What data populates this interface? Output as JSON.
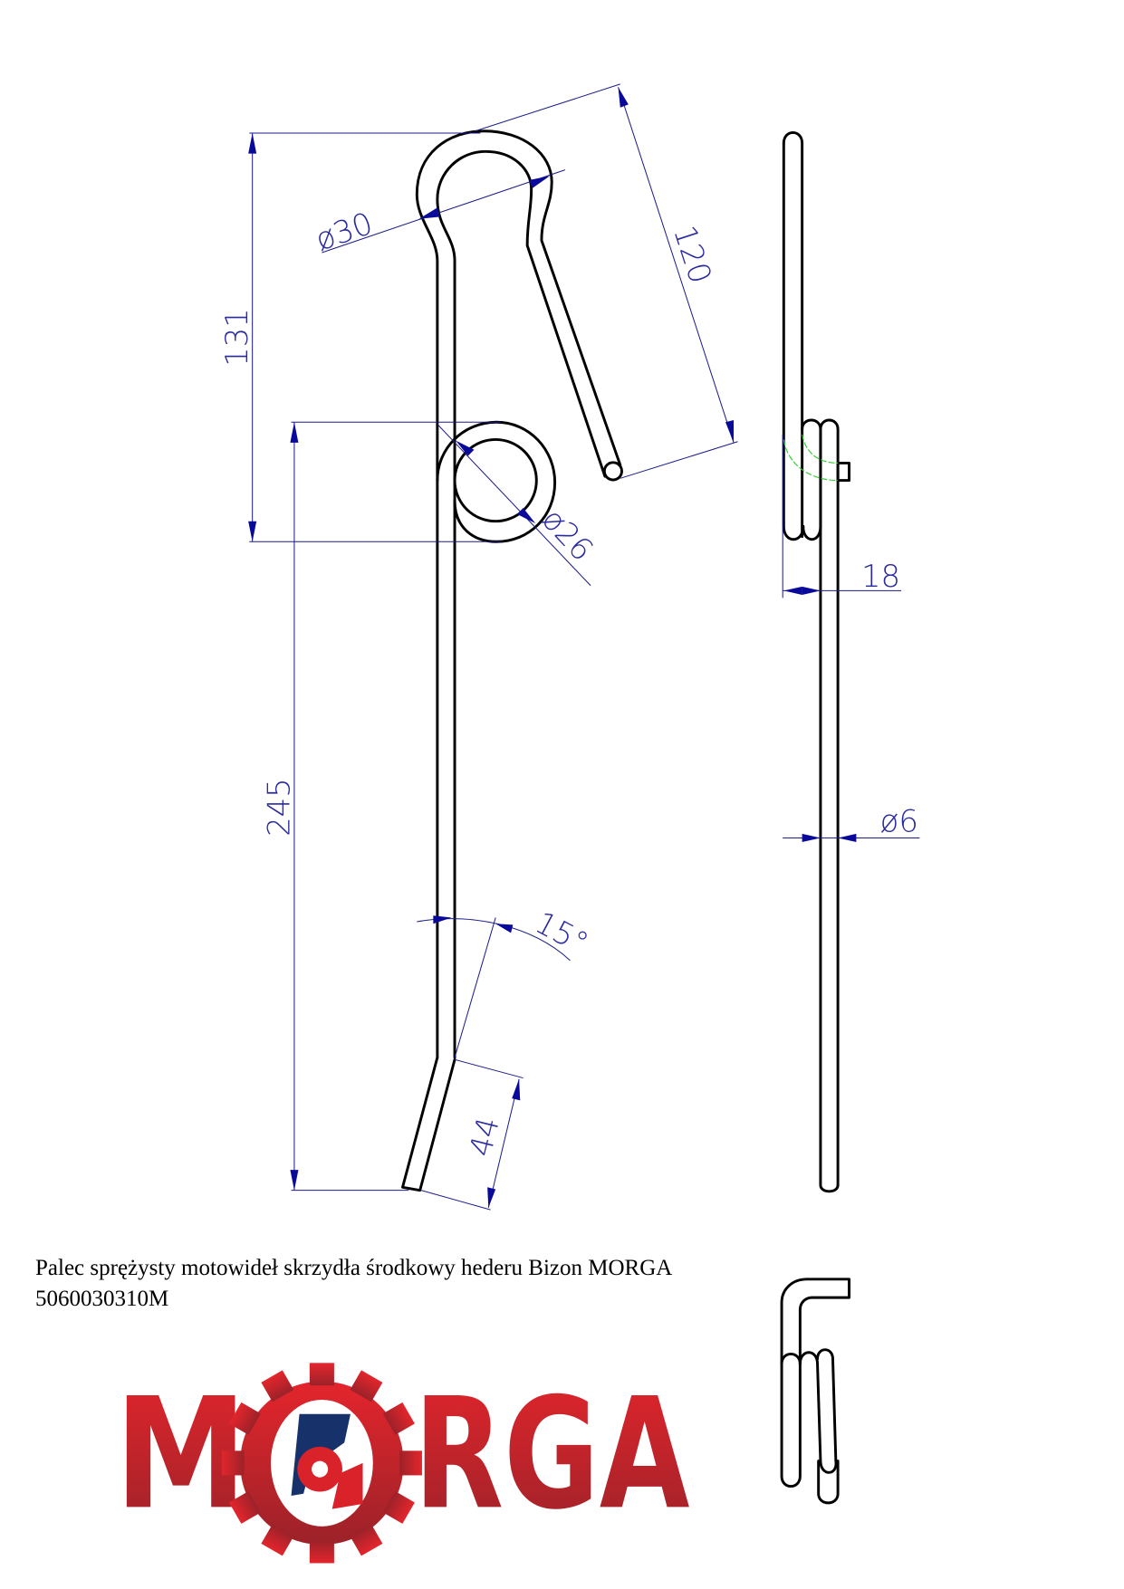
{
  "drawing": {
    "dimensions": {
      "height_top": "131",
      "height_total": "245",
      "loop_diameter": "ø30",
      "arm_length": "120",
      "coil_diameter": "ø26",
      "bend_angle": "15°",
      "tip_length": "44",
      "side_offset": "18",
      "wire_diameter": "ø6"
    }
  },
  "caption": {
    "line1": "Palec sprężysty motowideł skrzydła środkowy hederu Bizon MORGA",
    "line2": "5060030310M"
  },
  "logo": {
    "text": "MORGA",
    "colors": {
      "red": "#d9222a",
      "dark_red": "#a1222a",
      "blue": "#17326b"
    }
  }
}
